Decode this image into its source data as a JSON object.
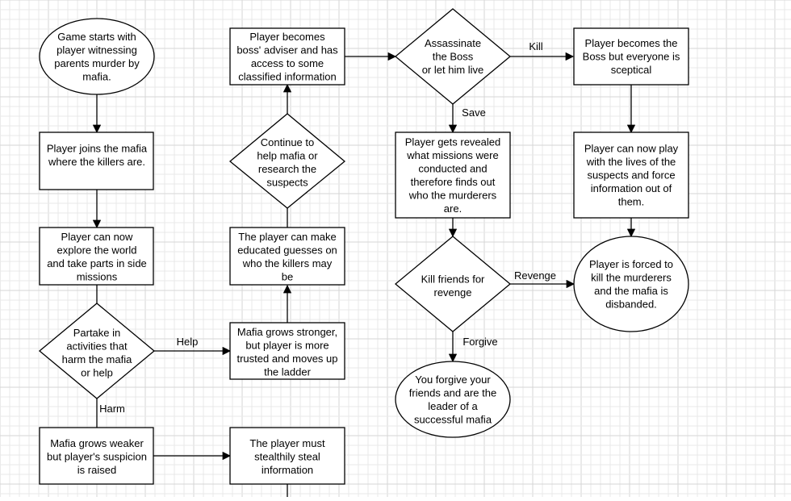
{
  "nodes": {
    "start": "Game starts with|player witnessing|parents murder by|mafia.",
    "joins": "Player joins the mafia|where the killers are.",
    "explore": "Player can now|explore the world|and take parts in side|missions",
    "partake": "Partake in|activities that|harm the mafia|or help",
    "weaker": "Mafia grows weaker|but player's suspicion|is raised",
    "steal": "The player must|stealthily steal|information",
    "stronger": "Mafia grows stronger,|but player is more|trusted and moves up|the ladder",
    "guesses": "The player can make|educated guesses on|who the killers may|be",
    "continue": "Continue to|help mafia or|research the|suspects",
    "adviser": "Player becomes|boss' adviser and has|access to some|classified information",
    "assassinate": "Assassinate|the Boss|or let him live",
    "revealed": "Player gets revealed|what missions were|conducted and|therefore finds out|who the murderers|are.",
    "killfriends": "Kill friends for|revenge",
    "forgive_end": "You forgive your|friends and are the|leader of a|successful mafia",
    "boss": "Player becomes the|Boss but everyone is|sceptical",
    "play": "Player can now play|with the lives of the|suspects and force|information out of|them.",
    "forced": "Player is forced to|kill the murderers|and the mafia is|disbanded."
  },
  "edge_labels": {
    "help": "Help",
    "harm": "Harm",
    "kill": "Kill",
    "save": "Save",
    "revenge": "Revenge",
    "forgive": "Forgive"
  }
}
